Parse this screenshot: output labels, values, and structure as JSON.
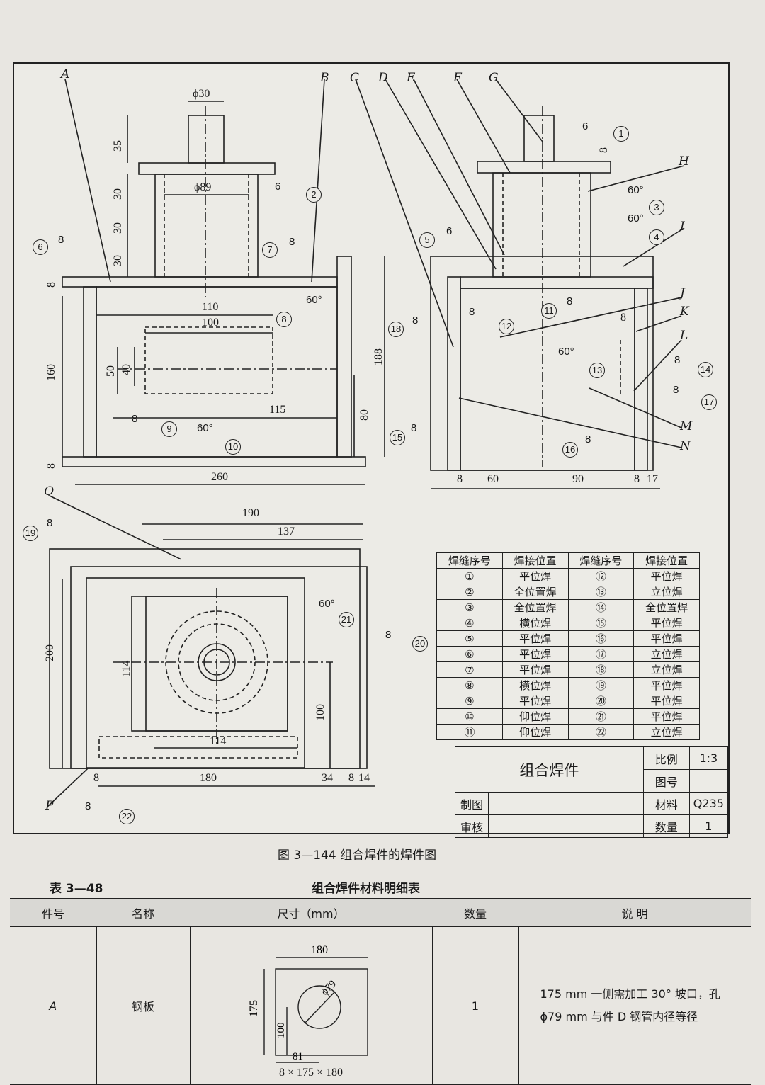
{
  "part_labels": [
    "A",
    "B",
    "C",
    "D",
    "E",
    "F",
    "G",
    "H",
    "I",
    "J",
    "K",
    "L",
    "M",
    "N",
    "P",
    "Q"
  ],
  "dims": {
    "d30": "ϕ30",
    "d89": "ϕ89",
    "v35": "35",
    "v30a": "30",
    "v30b": "30",
    "v30c": "30",
    "v8a": "8",
    "h110": "110",
    "h100": "100",
    "v160": "160",
    "v50": "50",
    "v40": "40",
    "v188": "188",
    "h115": "115",
    "v80": "80",
    "v8b": "8",
    "h260": "260",
    "h190": "190",
    "h137": "137",
    "v200": "200",
    "v114": "114",
    "v100": "100",
    "h114": "114",
    "h8a": "8",
    "h180": "180",
    "h34": "34",
    "h8b": "8",
    "h14": "14",
    "v8c": "8",
    "h8c": "8",
    "h8d": "8",
    "h60": "60",
    "h90": "90",
    "h8e": "8",
    "h17": "17"
  },
  "weld_marks": [
    {
      "no": "1",
      "sym": "6",
      "leg": "8"
    },
    {
      "no": "2",
      "sym": "6"
    },
    {
      "no": "3",
      "sym": "60°"
    },
    {
      "no": "4",
      "sym": "60°"
    },
    {
      "no": "5",
      "sym": "6"
    },
    {
      "no": "6",
      "sym": "8"
    },
    {
      "no": "7",
      "sym": "8"
    },
    {
      "no": "8",
      "sym": "60°"
    },
    {
      "no": "9",
      "sym": "8"
    },
    {
      "no": "10",
      "sym": "60°"
    },
    {
      "no": "11",
      "sym": "8"
    },
    {
      "no": "12",
      "sym": "8"
    },
    {
      "no": "13",
      "sym": "60°"
    },
    {
      "no": "14",
      "sym": "8"
    },
    {
      "no": "15",
      "sym": "8"
    },
    {
      "no": "16",
      "sym": "8"
    },
    {
      "no": "17",
      "sym": "8"
    },
    {
      "no": "18",
      "sym": "8"
    },
    {
      "no": "19",
      "sym": "8"
    },
    {
      "no": "20",
      "sym": "8"
    },
    {
      "no": "21",
      "sym": "60°"
    },
    {
      "no": "22",
      "sym": "8"
    }
  ],
  "weld_table": {
    "headers": [
      "焊缝序号",
      "焊接位置",
      "焊缝序号",
      "焊接位置"
    ],
    "rows": [
      [
        "①",
        "平位焊",
        "⑫",
        "平位焊"
      ],
      [
        "②",
        "全位置焊",
        "⑬",
        "立位焊"
      ],
      [
        "③",
        "全位置焊",
        "⑭",
        "全位置焊"
      ],
      [
        "④",
        "横位焊",
        "⑮",
        "平位焊"
      ],
      [
        "⑤",
        "平位焊",
        "⑯",
        "平位焊"
      ],
      [
        "⑥",
        "平位焊",
        "⑰",
        "立位焊"
      ],
      [
        "⑦",
        "平位焊",
        "⑱",
        "立位焊"
      ],
      [
        "⑧",
        "横位焊",
        "⑲",
        "平位焊"
      ],
      [
        "⑨",
        "平位焊",
        "⑳",
        "平位焊"
      ],
      [
        "⑩",
        "仰位焊",
        "㉑",
        "平位焊"
      ],
      [
        "⑪",
        "仰位焊",
        "㉒",
        "立位焊"
      ]
    ]
  },
  "title_block": {
    "name": "组合焊件",
    "scale_label": "比例",
    "scale": "1:3",
    "drawing_no_label": "图号",
    "drawing_no": "",
    "drawn_label": "制图",
    "check_label": "审核",
    "material_label": "材料",
    "material": "Q235",
    "qty_label": "数量",
    "qty": "1"
  },
  "caption": "图 3—144   组合焊件的焊件图",
  "table_label": "表 3—48",
  "table_title": "组合焊件材料明细表",
  "material_table": {
    "headers": [
      "件号",
      "名称",
      "尺寸（mm）",
      "数量",
      "说    明"
    ],
    "row": {
      "part": "A",
      "name": "钢板",
      "sketch_w": "180",
      "sketch_h": "175",
      "sketch_dia": "ϕ79",
      "sketch_v": "100",
      "sketch_h2": "81",
      "size": "8 × 175 × 180",
      "qty": "1",
      "note_1": "175 mm 一侧需加工 30° 坡口，孔",
      "note_2": "ϕ79 mm 与件 D 钢管内径等径"
    }
  }
}
